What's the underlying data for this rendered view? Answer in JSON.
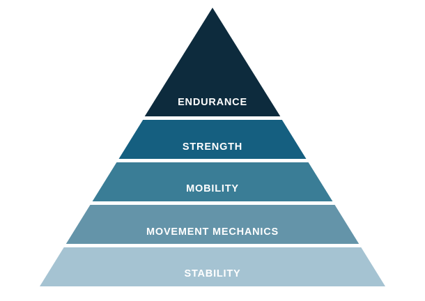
{
  "diagram": {
    "background": "#ffffff",
    "label_color": "#ffffff",
    "levels": [
      {
        "label": "ENDURANCE",
        "color": "#0d2b3d"
      },
      {
        "label": "STRENGTH",
        "color": "#155f80"
      },
      {
        "label": "MOBILITY",
        "color": "#3a7d96"
      },
      {
        "label": "MOVEMENT MECHANICS",
        "color": "#6494a9"
      },
      {
        "label": "STABILITY",
        "color": "#a5c3d2"
      }
    ]
  }
}
